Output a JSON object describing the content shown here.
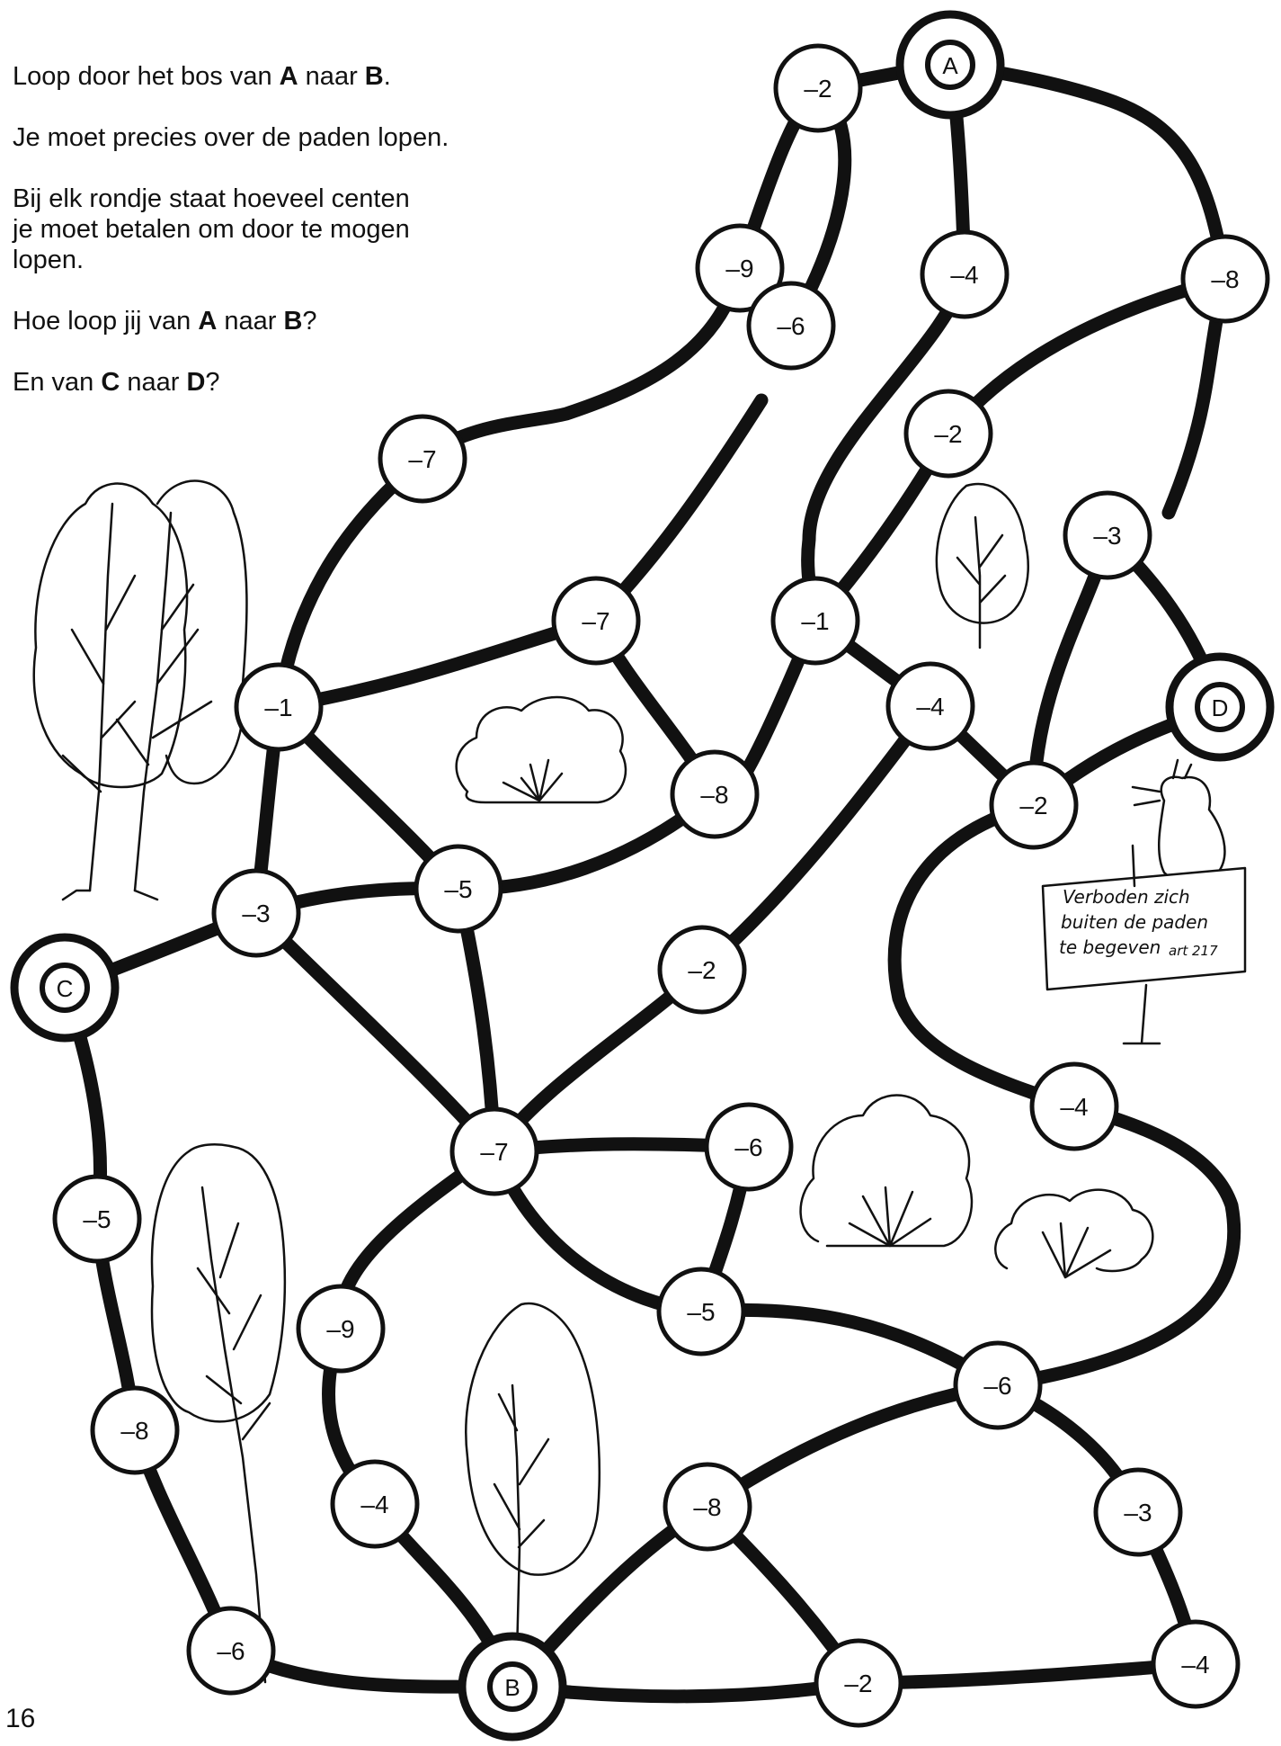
{
  "instructions": {
    "line1": {
      "pre": "Loop door het bos van ",
      "from": "A",
      "mid": " naar ",
      "to": "B",
      "post": "."
    },
    "line2": "Je moet precies over de paden lopen.",
    "line3a": "Bij elk rondje staat hoeveel centen",
    "line3b": "je moet betalen om door te mogen",
    "line3c": "lopen.",
    "line4": {
      "pre": "Hoe loop jij van ",
      "from": "A",
      "mid": " naar ",
      "to": "B",
      "post": "?"
    },
    "line5": {
      "pre": "En van ",
      "from": "C",
      "mid": " naar ",
      "to": "D",
      "post": "?"
    }
  },
  "sign": {
    "line1": "Verboden zich",
    "line2": "buiten de paden",
    "line3": "te begeven",
    "ref": "art 217"
  },
  "page_number": "16",
  "colors": {
    "ink": "#111111",
    "paper": "#ffffff"
  },
  "nodes": [
    {
      "id": "A",
      "label": "A",
      "kind": "endpoint"
    },
    {
      "id": "B",
      "label": "B",
      "kind": "endpoint"
    },
    {
      "id": "C",
      "label": "C",
      "kind": "endpoint"
    },
    {
      "id": "D",
      "label": "D",
      "kind": "endpoint"
    },
    {
      "id": "n1",
      "label": "–2",
      "kind": "cost"
    },
    {
      "id": "n2",
      "label": "–9",
      "kind": "cost"
    },
    {
      "id": "n3",
      "label": "–4",
      "kind": "cost"
    },
    {
      "id": "n4",
      "label": "–8",
      "kind": "cost"
    },
    {
      "id": "n5",
      "label": "–6",
      "kind": "cost"
    },
    {
      "id": "n6",
      "label": "–7",
      "kind": "cost"
    },
    {
      "id": "n7",
      "label": "–2",
      "kind": "cost"
    },
    {
      "id": "n8",
      "label": "–3",
      "kind": "cost"
    },
    {
      "id": "n9",
      "label": "–7",
      "kind": "cost"
    },
    {
      "id": "n10",
      "label": "–1",
      "kind": "cost"
    },
    {
      "id": "n11",
      "label": "–1",
      "kind": "cost"
    },
    {
      "id": "n12",
      "label": "–4",
      "kind": "cost"
    },
    {
      "id": "n13",
      "label": "–8",
      "kind": "cost"
    },
    {
      "id": "n14",
      "label": "–2",
      "kind": "cost"
    },
    {
      "id": "n15",
      "label": "–5",
      "kind": "cost"
    },
    {
      "id": "n16",
      "label": "–3",
      "kind": "cost"
    },
    {
      "id": "n17",
      "label": "–2",
      "kind": "cost"
    },
    {
      "id": "n18",
      "label": "–7",
      "kind": "cost"
    },
    {
      "id": "n19",
      "label": "–4",
      "kind": "cost"
    },
    {
      "id": "n20",
      "label": "–6",
      "kind": "cost"
    },
    {
      "id": "n21",
      "label": "–5",
      "kind": "cost"
    },
    {
      "id": "n22",
      "label": "–5",
      "kind": "cost"
    },
    {
      "id": "n23",
      "label": "–9",
      "kind": "cost"
    },
    {
      "id": "n24",
      "label": "–6",
      "kind": "cost"
    },
    {
      "id": "n25",
      "label": "–8",
      "kind": "cost"
    },
    {
      "id": "n26",
      "label": "–4",
      "kind": "cost"
    },
    {
      "id": "n27",
      "label": "–8",
      "kind": "cost"
    },
    {
      "id": "n28",
      "label": "–3",
      "kind": "cost"
    },
    {
      "id": "n29",
      "label": "–6",
      "kind": "cost"
    },
    {
      "id": "n30",
      "label": "–2",
      "kind": "cost"
    },
    {
      "id": "n31",
      "label": "–4",
      "kind": "cost"
    }
  ]
}
